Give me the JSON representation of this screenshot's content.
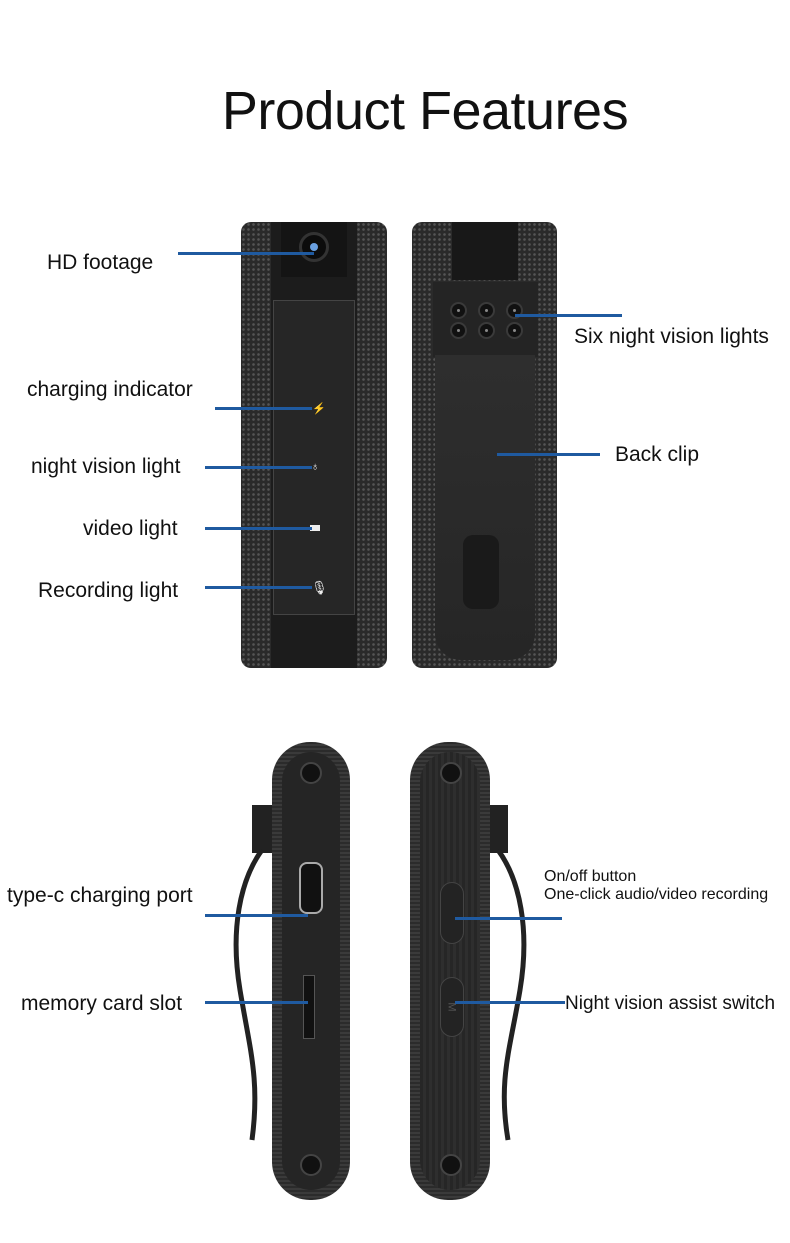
{
  "title": "Product Features",
  "front_view": {
    "labels": {
      "hd": "HD footage",
      "charging": "charging indicator",
      "night": "night vision light",
      "video": "video light",
      "recording": "Recording light"
    },
    "icons": [
      "lightning-icon",
      "bulb-icon",
      "video-camera-icon",
      "microphone-icon"
    ]
  },
  "back_view": {
    "labels": {
      "ir": "Six night vision lights",
      "clip": "Back clip"
    }
  },
  "left_side": {
    "labels": {
      "typec": "type-c charging port",
      "sd": "memory card slot"
    }
  },
  "right_side": {
    "labels": {
      "power_line1": "On/off button",
      "power_line2": "One-click audio/video recording",
      "switch": "Night vision assist switch"
    },
    "switch_mark": "M"
  },
  "colors": {
    "callout": "#1f5aa0",
    "device": "#1c1c1c"
  }
}
